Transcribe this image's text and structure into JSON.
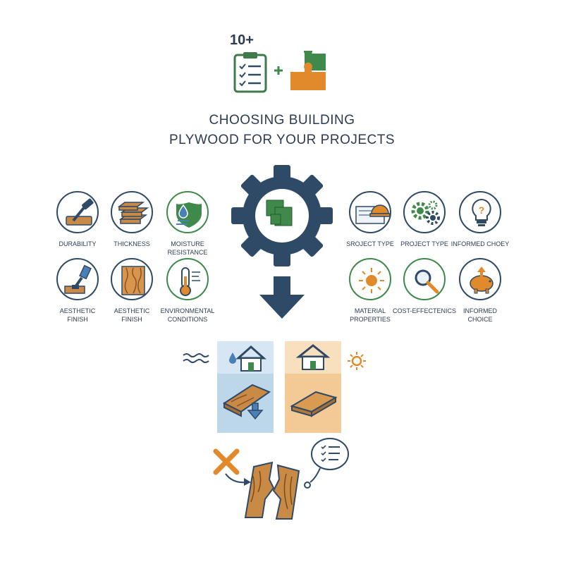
{
  "header": {
    "count_label": "10+",
    "title_line1": "CHOOSING BUILDING",
    "title_line2": "PLYWOOD FOR YOUR PROJECTS"
  },
  "left_factors": [
    {
      "label_l1": "DURABILITY",
      "label_l2": "",
      "icon": "hammer-icon"
    },
    {
      "label_l1": "THICKNESS",
      "label_l2": "",
      "icon": "lumber-stack-icon"
    },
    {
      "label_l1": "MOISTURE",
      "label_l2": "RESISTANCE",
      "icon": "water-shield-icon"
    },
    {
      "label_l1": "AESTHETIC",
      "label_l2": "FINISH",
      "icon": "paint-brush-icon"
    },
    {
      "label_l1": "AESTHETIC",
      "label_l2": "FINISH",
      "icon": "wood-grain-icon"
    },
    {
      "label_l1": "ENVIRONMENTAL",
      "label_l2": "CONDITIONS",
      "icon": "thermometer-icon"
    }
  ],
  "right_factors": [
    {
      "label_l1": "SROJECT TYPE",
      "label_l2": "",
      "icon": "blueprint-helmet-icon"
    },
    {
      "label_l1": "PROJECT TYPE",
      "label_l2": "",
      "icon": "gears-icon"
    },
    {
      "label_l1": "INFORMED CHOEY",
      "label_l2": "",
      "icon": "lightbulb-question-icon"
    },
    {
      "label_l1": "MATERIAL",
      "label_l2": "PROPERTIES",
      "icon": "sun-icon"
    },
    {
      "label_l1": "COST-EFFECTENICS",
      "label_l2": "",
      "icon": "magnifier-icon"
    },
    {
      "label_l1": "INFORMED",
      "label_l2": "CHOICE",
      "icon": "piggy-bank-icon"
    }
  ],
  "colors": {
    "navy": "#2f4a66",
    "green": "#3f8a4a",
    "orange": "#e08a2c",
    "wood": "#c98a45",
    "panel_blue": "#bcd6ea",
    "panel_orange": "#f3c996"
  }
}
